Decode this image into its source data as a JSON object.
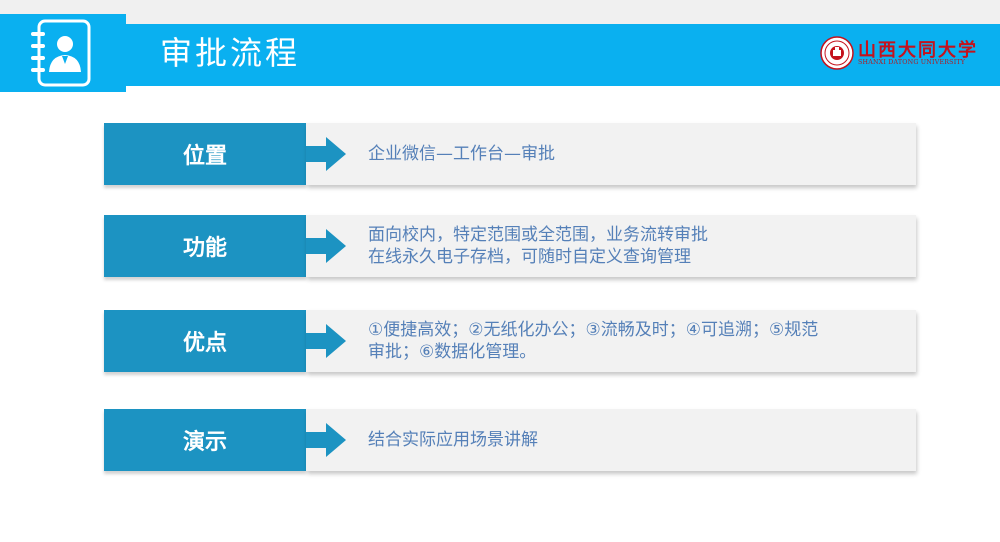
{
  "header": {
    "title": "审批流程",
    "icon": "address-book-icon",
    "accent_color": "#0ab0f0",
    "logo": {
      "name": "山西大同大学",
      "subtitle": "SHANXI DATONG UNIVERSITY"
    }
  },
  "rows": [
    {
      "label": "位置",
      "lines": [
        "企业微信—工作台—审批"
      ]
    },
    {
      "label": "功能",
      "lines": [
        "面向校内，特定范围或全范围，业务流转审批",
        "在线永久电子存档，可随时自定义查询管理"
      ]
    },
    {
      "label": "优点",
      "lines": [
        "①便捷高效；②无纸化办公；③流畅及时；④可追溯；⑤规范",
        "审批；⑥数据化管理。"
      ]
    },
    {
      "label": "演示",
      "lines": [
        "结合实际应用场景讲解"
      ]
    }
  ],
  "colors": {
    "label_bg": "#1c93c2",
    "content_bg": "#f2f2f2",
    "content_text": "#5580b8",
    "logo_red": "#c4121c"
  }
}
